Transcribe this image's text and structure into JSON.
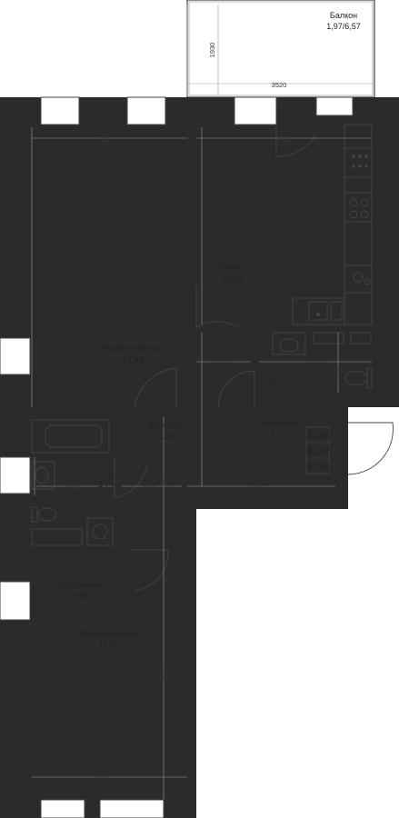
{
  "rooms": {
    "balcony": {
      "name": "Балкон",
      "area": "1,97/6,57"
    },
    "kitchen": {
      "name": "Кухня",
      "area": "15,58"
    },
    "living1": {
      "name": "Жилая комната",
      "area": "17,94"
    },
    "bath_small": {
      "name": "С/у",
      "area": "3,10"
    },
    "corridor": {
      "name": "Коридор",
      "area": "7,66"
    },
    "hall": {
      "name": "Прихожая",
      "area": "2,77"
    },
    "bath": {
      "name": "С/у",
      "area": "4,23"
    },
    "wardrobe": {
      "name": "Гардеробная",
      "area": "2,58"
    },
    "living2": {
      "name": "Жилая комната",
      "area": "12,01"
    }
  },
  "dimensions": {
    "balcony_height": "1930",
    "balcony_width": "3520",
    "living1_width": "3110",
    "kitchen_width": "3810",
    "kitchen_height": "4090",
    "living1_height": "5770",
    "corridor_width": "1320",
    "bath_small_width": "2340",
    "bath_small_height": "1200",
    "corridor_vertical": "1615",
    "corridor_lower": "1685",
    "bath_width": "1760",
    "bath_depth": "2325",
    "door_gap": "1135",
    "hall_width": "3165",
    "hall_depth": "2710",
    "living2_height": "4740",
    "living2_width": "3045"
  },
  "summary": {
    "rooms_count": "2",
    "living_area": "29,95",
    "total_area": "65,87",
    "total_with_balcony": "67,84"
  },
  "colors": {
    "wall": "#2b2b2b",
    "dim_line": "#9a9a9a",
    "fixture": "#444444"
  }
}
